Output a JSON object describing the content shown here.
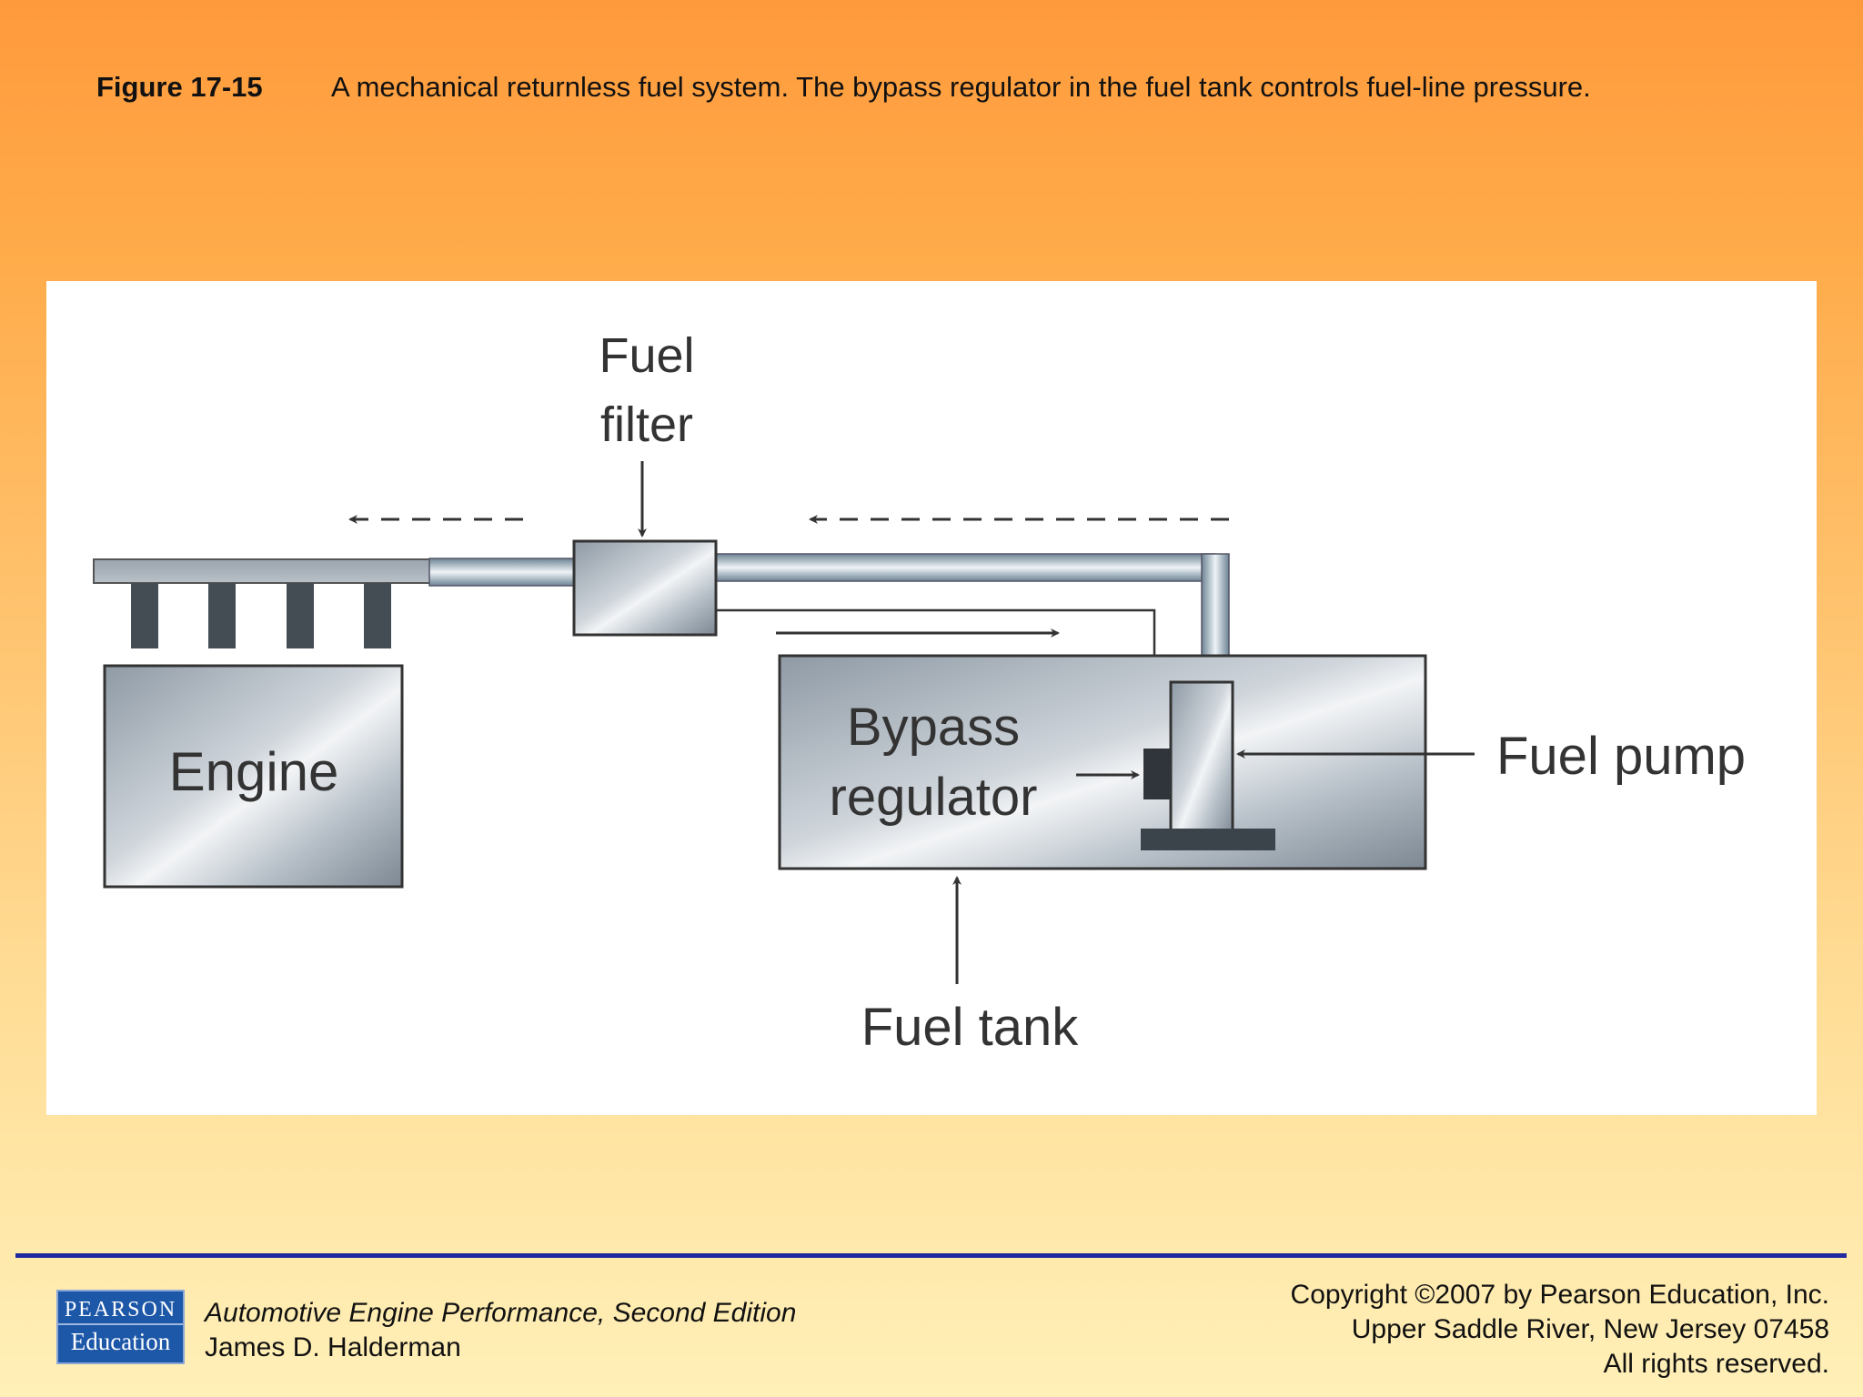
{
  "caption": {
    "figure_number": "Figure 17-15",
    "text": "A mechanical returnless fuel system. The bypass regulator in the fuel tank controls fuel-line pressure."
  },
  "diagram": {
    "labels": {
      "fuel_filter_line1": "Fuel",
      "fuel_filter_line2": "filter",
      "engine": "Engine",
      "bypass_line1": "Bypass",
      "bypass_line2": "regulator",
      "fuel_pump": "Fuel pump",
      "fuel_tank": "Fuel tank"
    }
  },
  "footer": {
    "logo_top": "PEARSON",
    "logo_bottom": "Education",
    "book_title": "Automotive Engine Performance, Second Edition",
    "author": "James D. Halderman",
    "copyright_line1": "Copyright ©2007 by Pearson Education, Inc.",
    "copyright_line2": "Upper Saddle River, New Jersey 07458",
    "copyright_line3": "All rights reserved."
  },
  "colors": {
    "footer_rule": "#1f2aa0",
    "logo_blue": "#1d57a8"
  }
}
